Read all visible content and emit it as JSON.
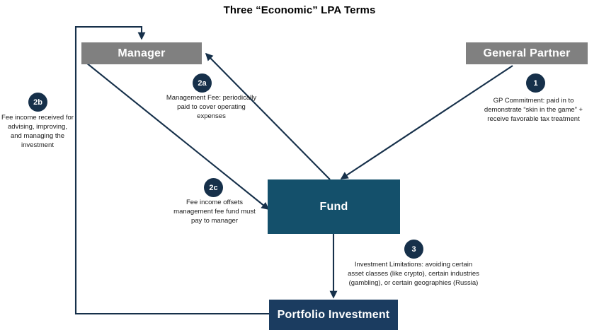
{
  "diagram": {
    "title": "Three “Economic” LPA Terms",
    "colors": {
      "grey_node": "#808080",
      "teal_node": "#14506b",
      "navy_node": "#1b3c60",
      "badge": "#16304a",
      "edge": "#16304a",
      "text": "#1a1a1a"
    },
    "nodes": [
      {
        "id": "manager",
        "label": "Manager",
        "style": "grey"
      },
      {
        "id": "general_partner",
        "label": "General Partner",
        "style": "grey"
      },
      {
        "id": "fund",
        "label": "Fund",
        "style": "teal"
      },
      {
        "id": "portfolio_investment",
        "label": "Portfolio Investment",
        "style": "navy"
      }
    ],
    "annotations": [
      {
        "id": "gp-commitment",
        "badge": "1",
        "text": "GP Commitment: paid in to demonstrate “skin in the game” + receive favorable tax treatment"
      },
      {
        "id": "management-fee",
        "badge": "2a",
        "text": "Management Fee: periodically paid to cover operating expenses"
      },
      {
        "id": "fee-income-received",
        "badge": "2b",
        "text": "Fee income received for advising, improving, and managing the investment"
      },
      {
        "id": "fee-income-offsets",
        "badge": "2c",
        "text": "Fee income offsets management fee fund must pay to manager"
      },
      {
        "id": "investment-limitations",
        "badge": "3",
        "text": "Investment Limitations: avoiding certain asset classes (like crypto), certain industries (gambling), or certain geographies (Russia)"
      }
    ],
    "edges": [
      {
        "id": "gp-to-fund",
        "from": "general_partner",
        "to": "fund"
      },
      {
        "id": "fund-to-manager",
        "from": "fund",
        "to": "manager"
      },
      {
        "id": "manager-to-fund",
        "from": "manager",
        "to": "fund"
      },
      {
        "id": "fund-to-portfolio",
        "from": "fund",
        "to": "portfolio_investment"
      },
      {
        "id": "portfolio-to-manager",
        "from": "portfolio_investment",
        "to": "manager"
      }
    ]
  }
}
